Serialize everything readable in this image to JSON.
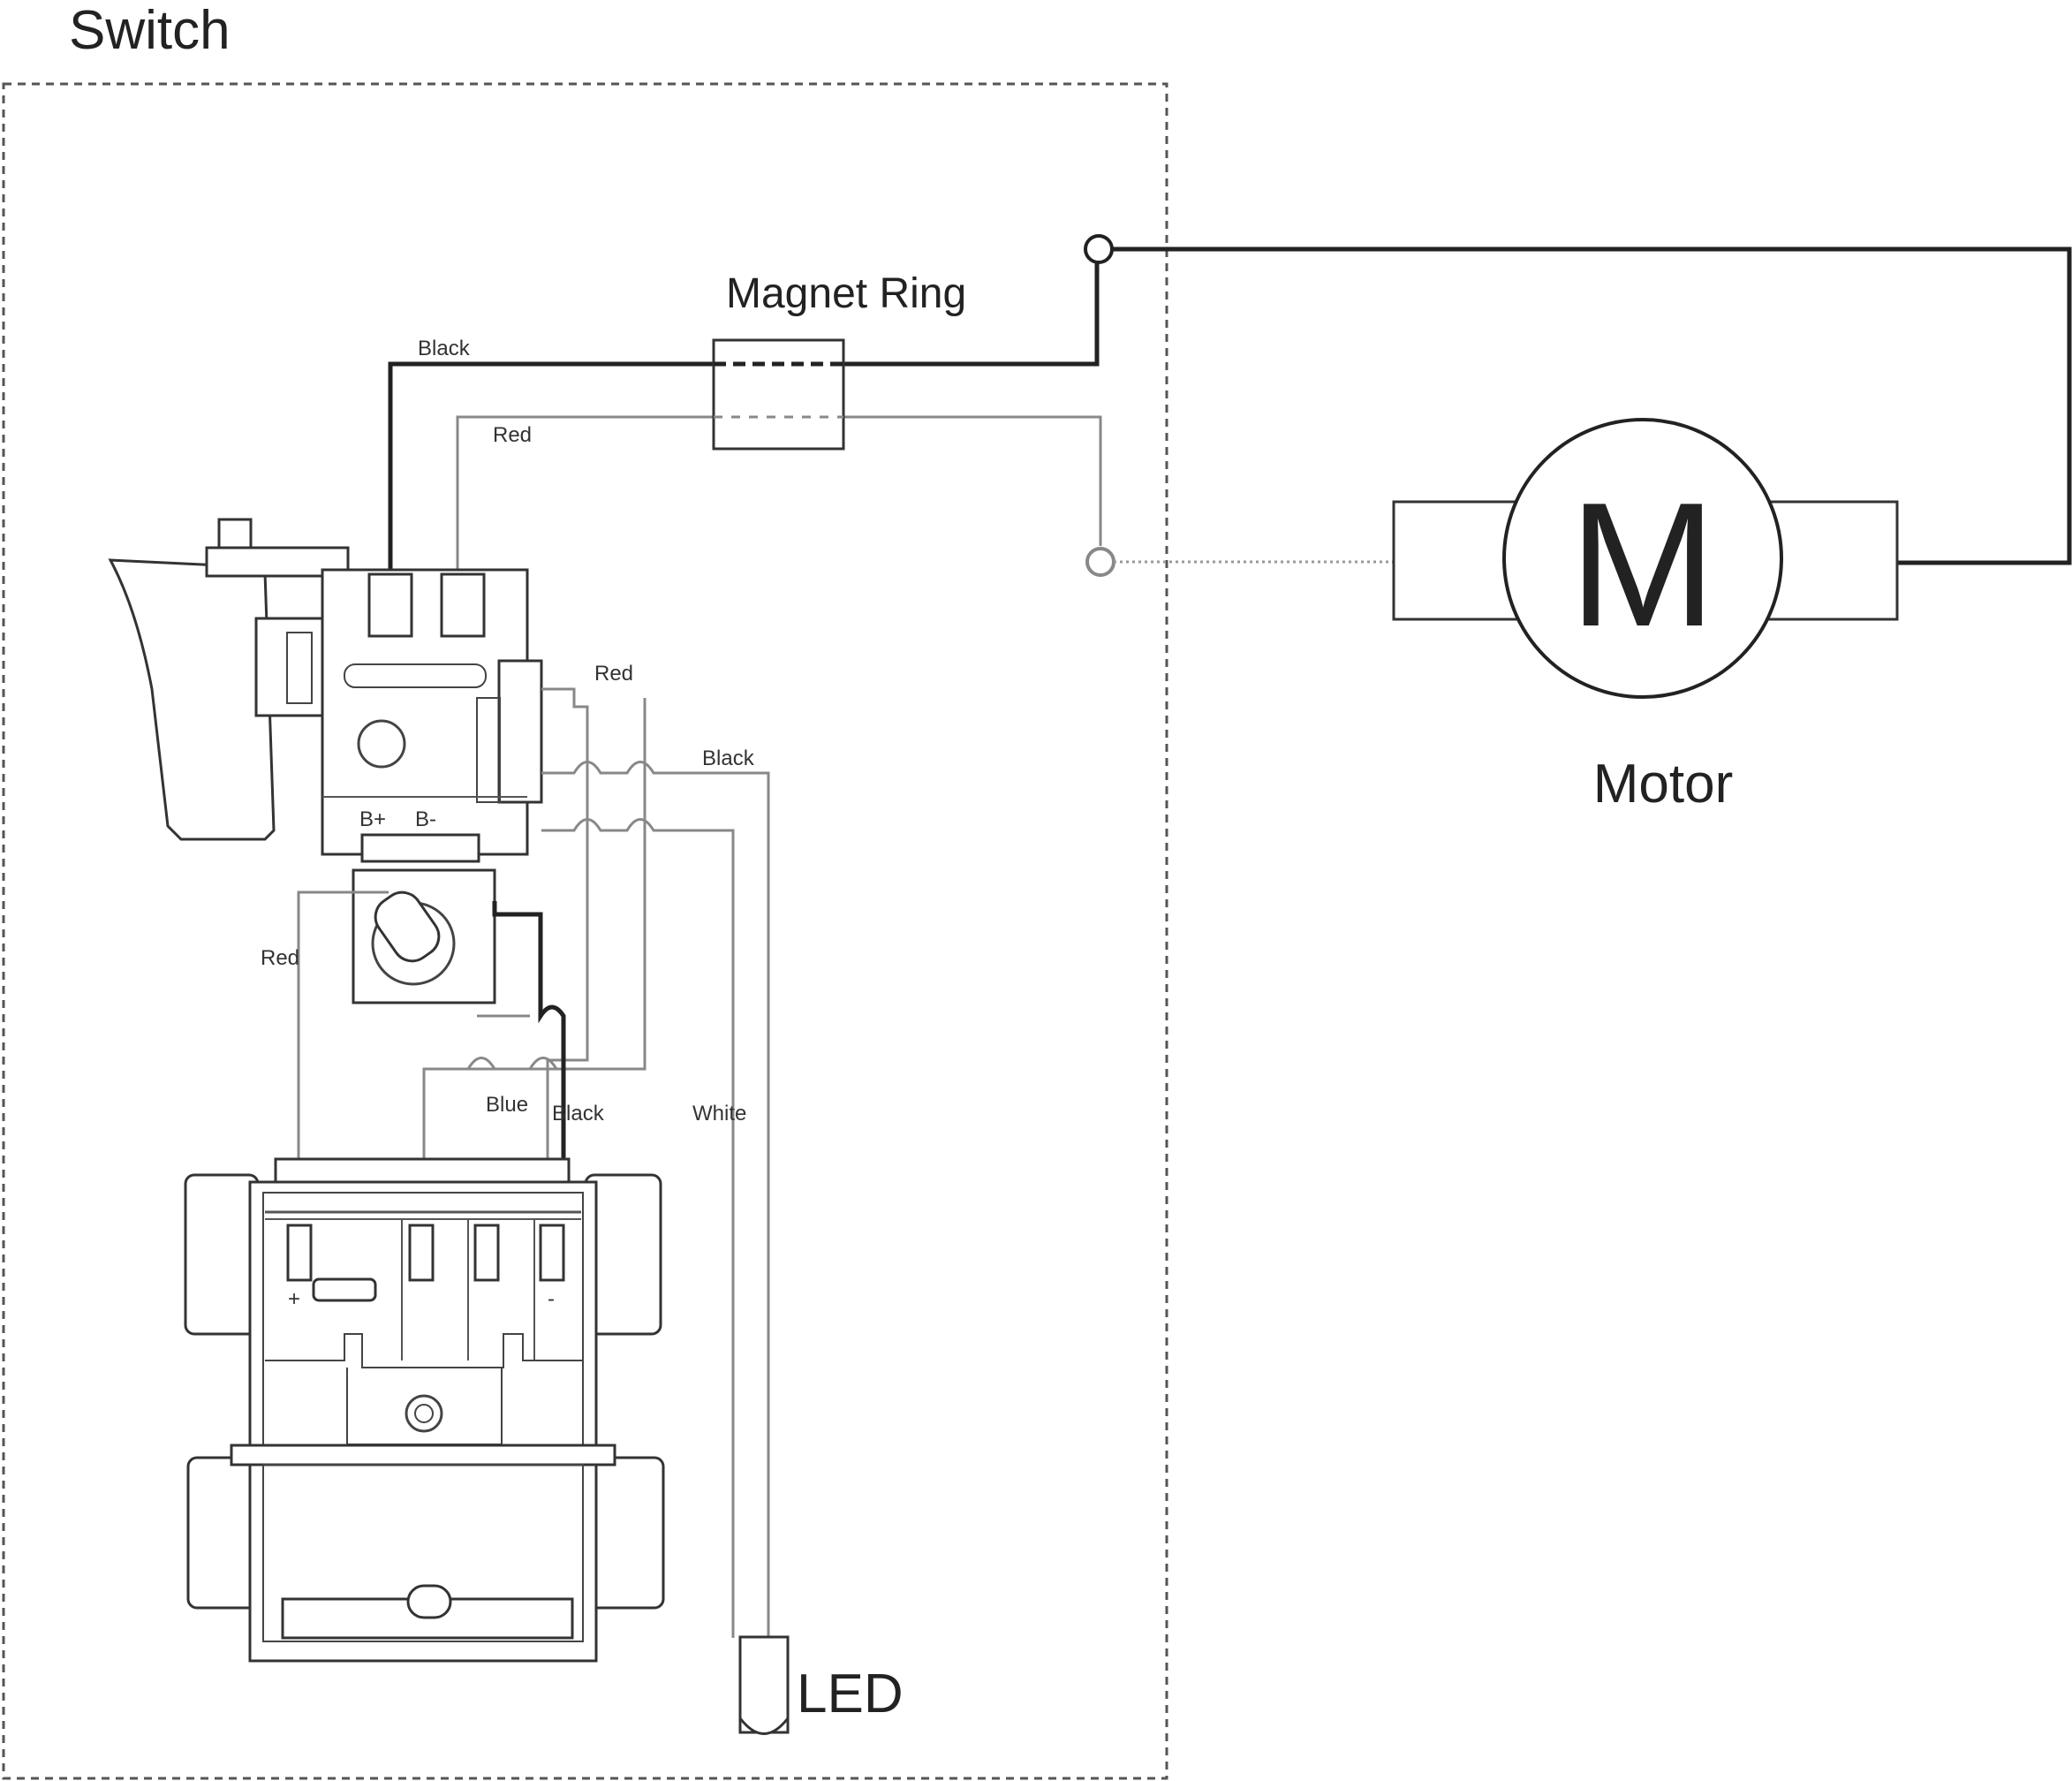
{
  "labels": {
    "switch": "Switch",
    "magnet_ring": "Magnet Ring",
    "motor": "Motor",
    "motor_symbol": "M",
    "led": "LED",
    "terminal_b_plus": "B+",
    "terminal_b_minus": "B-",
    "battery_plus": "+",
    "battery_minus": "-"
  },
  "wires": {
    "black_top": "Black",
    "red_top": "Red",
    "red_right": "Red",
    "black_right": "Black",
    "red_left": "Red",
    "blue": "Blue",
    "black_bottom": "Black",
    "white": "White"
  }
}
